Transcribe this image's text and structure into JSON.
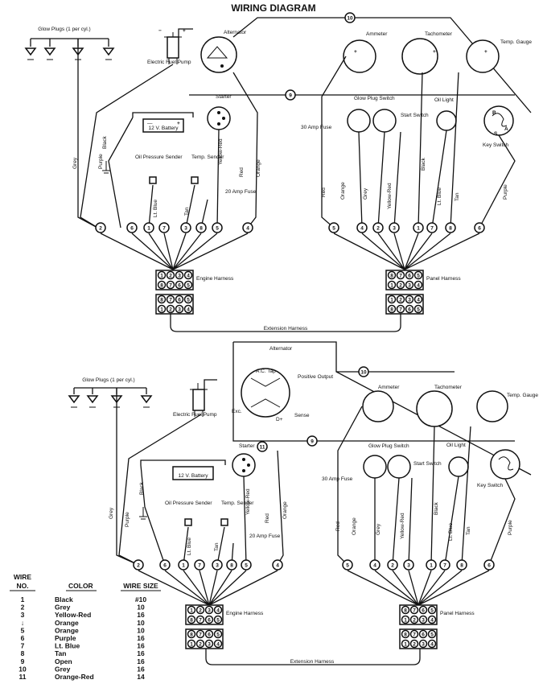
{
  "title": "WIRING DIAGRAM",
  "labels": {
    "glow_plugs": "Glow Plugs (1 per cyl.)",
    "alternator": "Alternator",
    "electric_fuel_pump": "Electric Fuel Pump",
    "starter": "Starter",
    "battery": "12 V. Battery",
    "oil_pressure_sender": "Oil Pressure Sender",
    "temp_sender": "Temp. Sender",
    "amp20_fuse": "20 Amp Fuse",
    "amp30_fuse": "30 Amp Fuse",
    "ammeter": "Ammeter",
    "tachometer": "Tachometer",
    "temp_gauge": "Temp. Gauge",
    "glow_plug_switch": "Glow Plug Switch",
    "start_switch": "Start Switch",
    "oil_light": "Oil Light",
    "key_switch": "Key Switch",
    "engine_harness": "Engine Harness",
    "panel_harness": "Panel Harness",
    "extension_harness": "Extension Harness",
    "ac_tap": "A.C. Tap",
    "positive_output": "Positive Output",
    "exc": "Exc.",
    "sense": "Sense",
    "dplus": "D+",
    "b_terminal": "B",
    "a_terminal": "A",
    "s_terminal": "S"
  },
  "wire_names": {
    "grey": "Grey",
    "purple": "Purple",
    "black": "Black",
    "lt_blue": "Lt. Blue",
    "tan": "Tan",
    "yellow_red": "Yellow-Red",
    "red": "Red",
    "orange": "Orange"
  },
  "table": {
    "headers": {
      "wire": "WIRE",
      "no": "NO.",
      "color": "COLOR",
      "size": "WIRE SIZE"
    },
    "rows": [
      {
        "no": "1",
        "color": "Black",
        "size": "#10"
      },
      {
        "no": "2",
        "color": "Grey",
        "size": "10"
      },
      {
        "no": "3",
        "color": "Yellow-Red",
        "size": "16"
      },
      {
        "no": "↓",
        "color": "Orange",
        "size": "10"
      },
      {
        "no": "5",
        "color": "Orange",
        "size": "10"
      },
      {
        "no": "6",
        "color": "Purple",
        "size": "16"
      },
      {
        "no": "7",
        "color": "Lt. Blue",
        "size": "16"
      },
      {
        "no": "8",
        "color": "Tan",
        "size": "16"
      },
      {
        "no": "9",
        "color": "Open",
        "size": "16"
      },
      {
        "no": "10",
        "color": "Grey",
        "size": "16"
      },
      {
        "no": "11",
        "color": "Orange-Red",
        "size": "14"
      }
    ]
  },
  "connector": {
    "row_a": [
      "1",
      "2",
      "3",
      "4"
    ],
    "row_b": [
      "8",
      "7",
      "6",
      "5"
    ],
    "panel_row_a": [
      "8",
      "7",
      "6",
      "5"
    ],
    "panel_row_b": [
      "1",
      "2",
      "3",
      "4"
    ]
  },
  "wire_numbers": {
    "top_engine": [
      "2",
      "6",
      "1",
      "7",
      "3",
      "8",
      "5",
      "4"
    ],
    "top_panel": [
      "5",
      "4",
      "2",
      "3",
      "1",
      "7",
      "8",
      "6"
    ],
    "bottom_engine": [
      "2",
      "6",
      "1",
      "7",
      "3",
      "8",
      "5",
      "4"
    ],
    "bottom_panel": [
      "5",
      "4",
      "2",
      "3",
      "1",
      "7",
      "8",
      "6"
    ],
    "n9": "9",
    "n10": "10",
    "n11": "11"
  }
}
